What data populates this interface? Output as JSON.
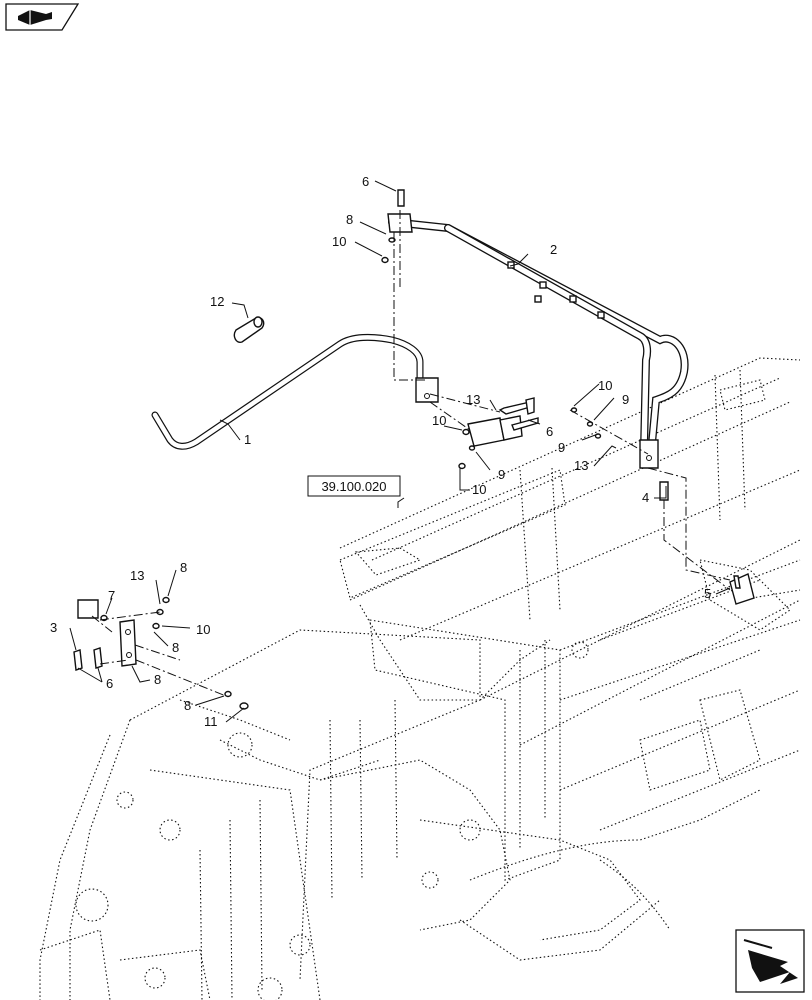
{
  "nav": {
    "prev_icon": "page-back-icon",
    "next_icon": "page-forward-icon"
  },
  "reference_box": {
    "label": "39.100.020"
  },
  "callouts": [
    {
      "id": "c1",
      "text": "1"
    },
    {
      "id": "c2",
      "text": "2"
    },
    {
      "id": "c3",
      "text": "3"
    },
    {
      "id": "c4",
      "text": "4"
    },
    {
      "id": "c5",
      "text": "5"
    },
    {
      "id": "c6a",
      "text": "6"
    },
    {
      "id": "c6b",
      "text": "6"
    },
    {
      "id": "c6c",
      "text": "6"
    },
    {
      "id": "c7",
      "text": "7"
    },
    {
      "id": "c8a",
      "text": "8"
    },
    {
      "id": "c8b",
      "text": "8"
    },
    {
      "id": "c8c",
      "text": "8"
    },
    {
      "id": "c8d",
      "text": "8"
    },
    {
      "id": "c8e",
      "text": "8"
    },
    {
      "id": "c9a",
      "text": "9"
    },
    {
      "id": "c9b",
      "text": "9"
    },
    {
      "id": "c9c",
      "text": "9"
    },
    {
      "id": "c10a",
      "text": "10"
    },
    {
      "id": "c10b",
      "text": "10"
    },
    {
      "id": "c10c",
      "text": "10"
    },
    {
      "id": "c10d",
      "text": "10"
    },
    {
      "id": "c10e",
      "text": "10"
    },
    {
      "id": "c11",
      "text": "11"
    },
    {
      "id": "c12",
      "text": "12"
    },
    {
      "id": "c13a",
      "text": "13"
    },
    {
      "id": "c13b",
      "text": "13"
    },
    {
      "id": "c13c",
      "text": "13"
    }
  ]
}
